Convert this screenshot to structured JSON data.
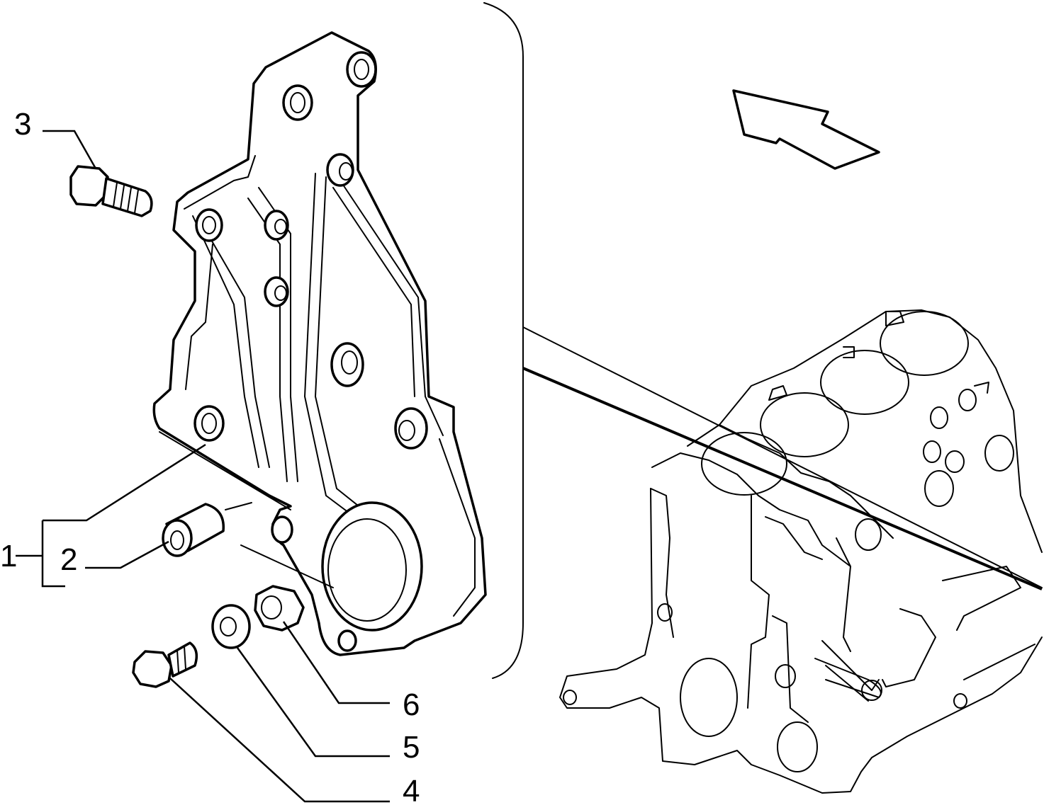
{
  "diagram": {
    "callouts": [
      {
        "id": "1",
        "label": "1"
      },
      {
        "id": "2",
        "label": "2"
      },
      {
        "id": "3",
        "label": "3"
      },
      {
        "id": "4",
        "label": "4"
      },
      {
        "id": "5",
        "label": "5"
      },
      {
        "id": "6",
        "label": "6"
      }
    ],
    "direction_icon": "arrow-icon"
  }
}
